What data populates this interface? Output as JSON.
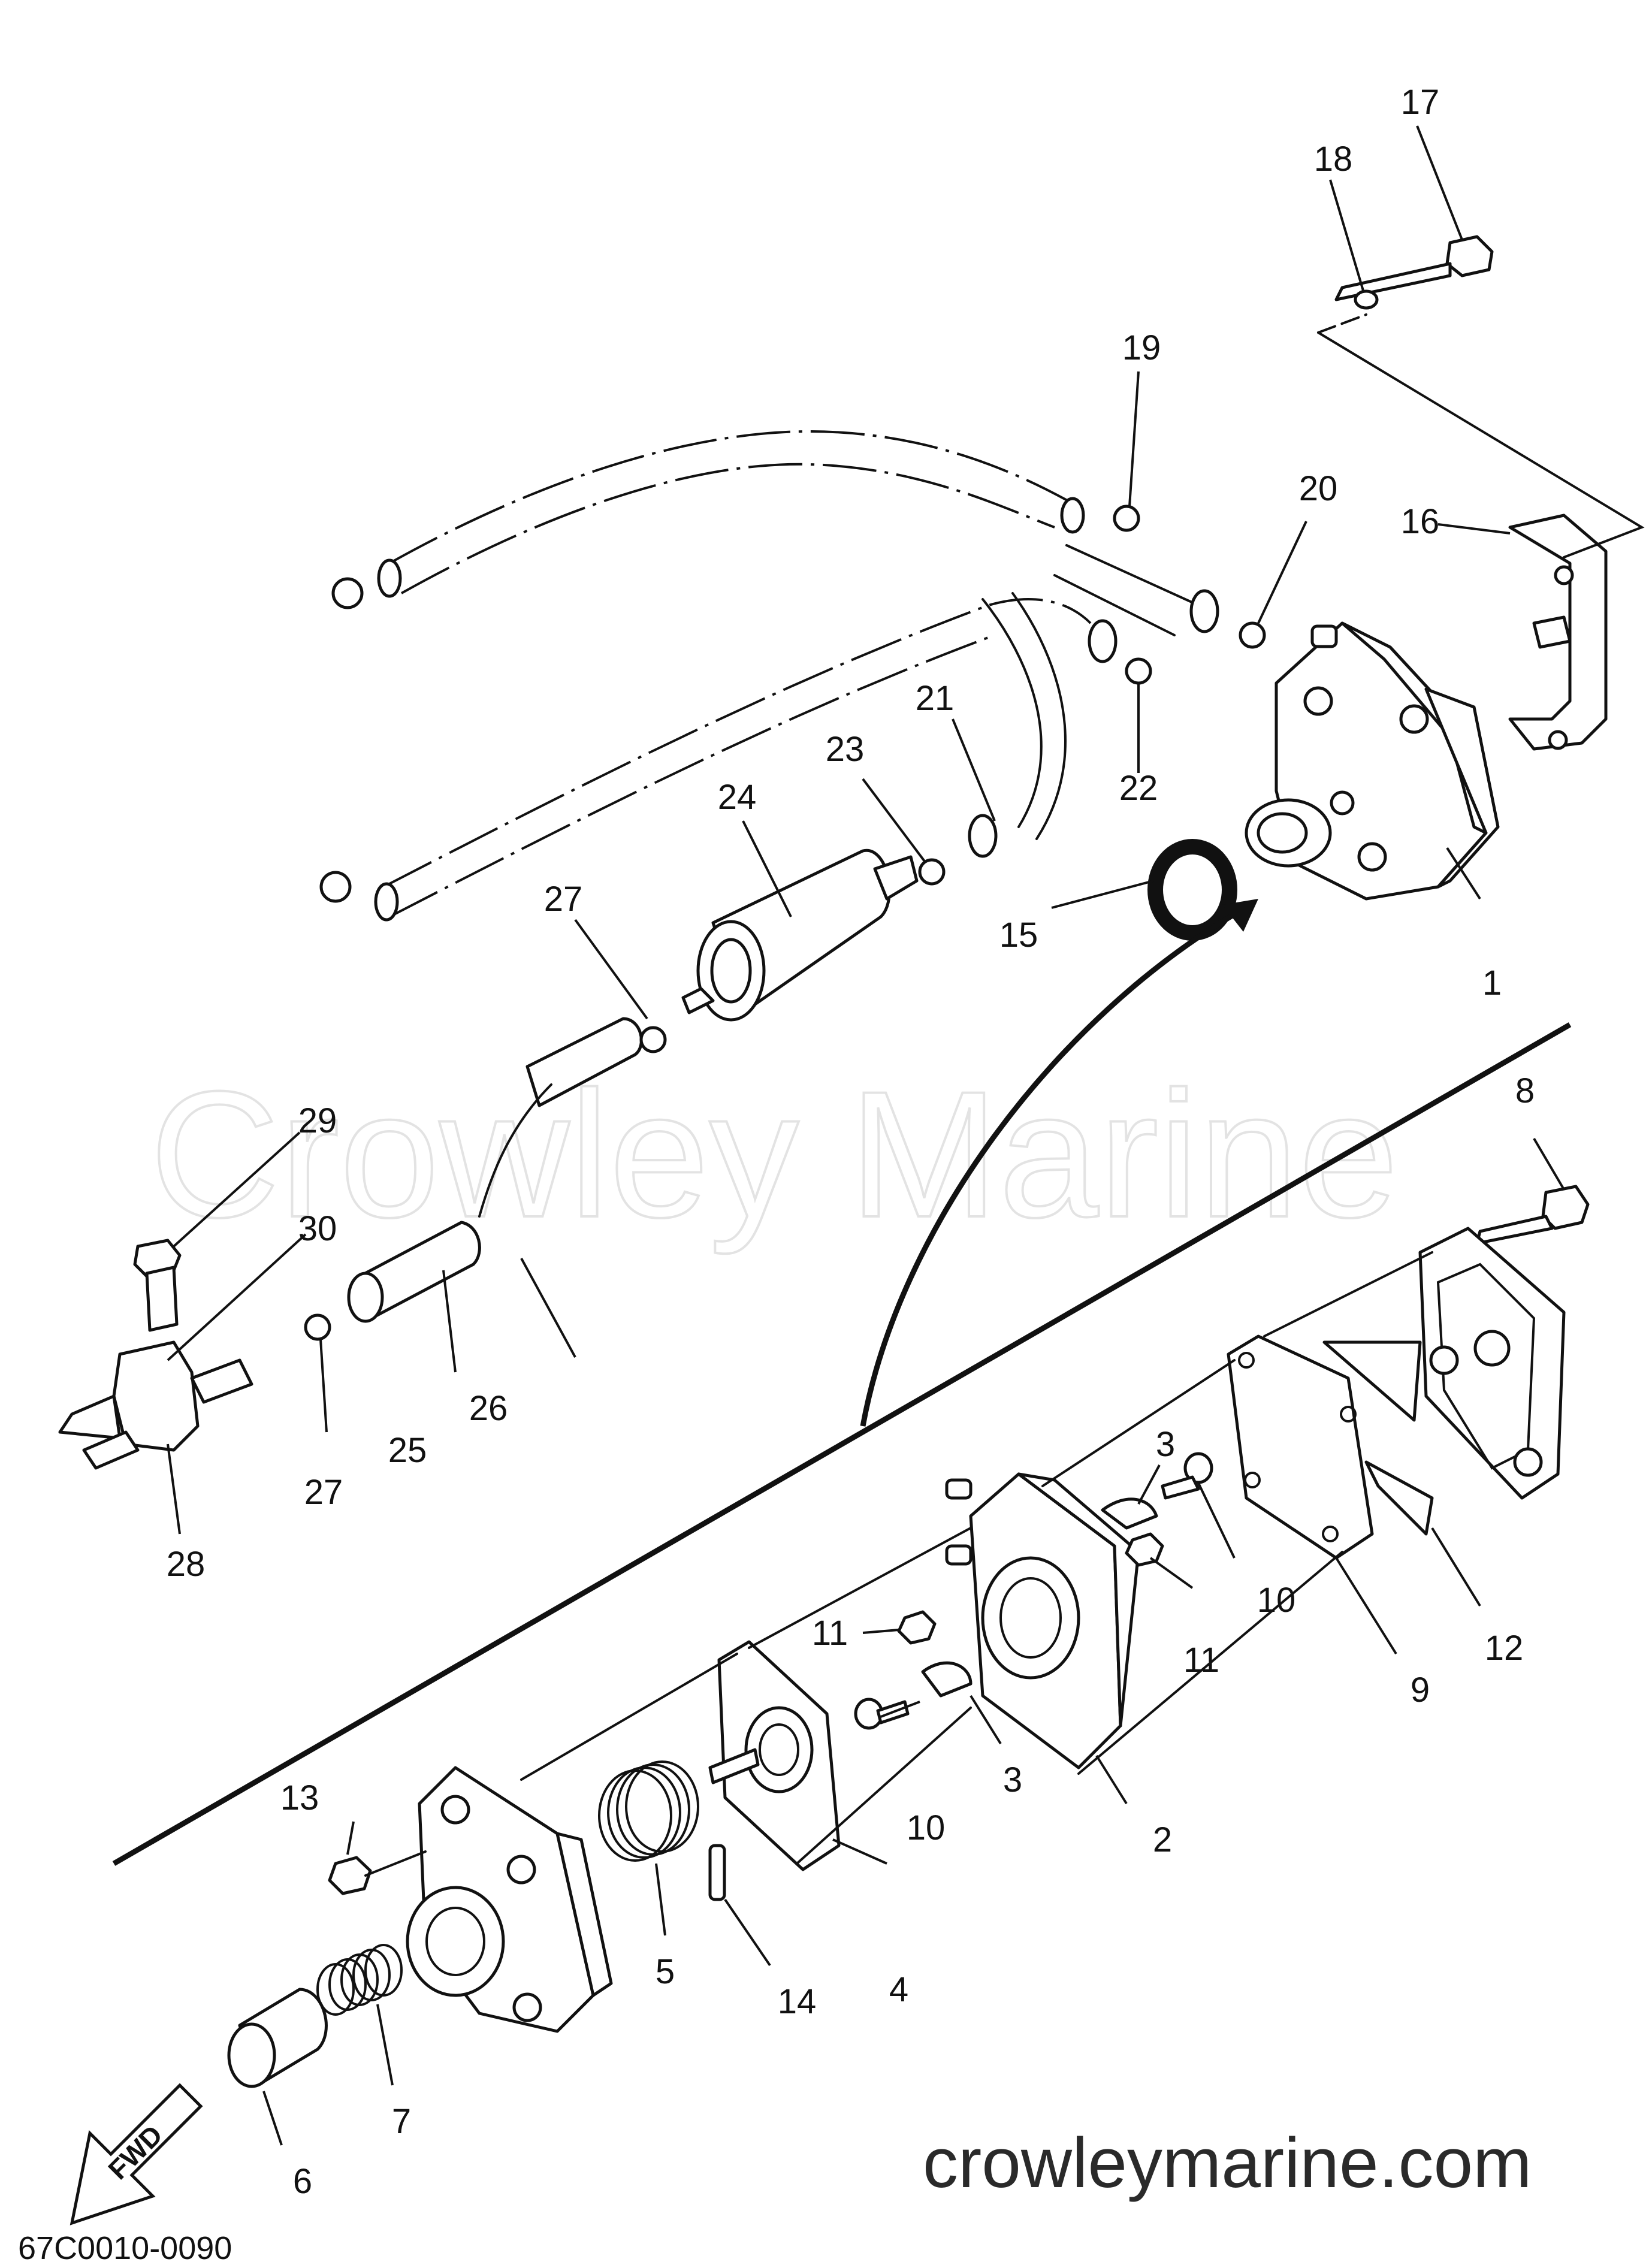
{
  "watermark": "Crowley Marine",
  "website": "crowleymarine.com",
  "diagram_code": "67C0010-0090",
  "fwd_label": "FWD",
  "callouts": {
    "c1": "1",
    "c2": "2",
    "c3a": "3",
    "c3b": "3",
    "c4": "4",
    "c5": "5",
    "c6": "6",
    "c7": "7",
    "c8": "8",
    "c9": "9",
    "c10a": "10",
    "c10b": "10",
    "c11a": "11",
    "c11b": "11",
    "c12": "12",
    "c13": "13",
    "c14": "14",
    "c15": "15",
    "c16": "16",
    "c17": "17",
    "c18": "18",
    "c19": "19",
    "c20": "20",
    "c21": "21",
    "c22": "22",
    "c23": "23",
    "c24": "24",
    "c25": "25",
    "c26": "26",
    "c27a": "27",
    "c27b": "27",
    "c28": "28",
    "c29": "29",
    "c30": "30"
  }
}
